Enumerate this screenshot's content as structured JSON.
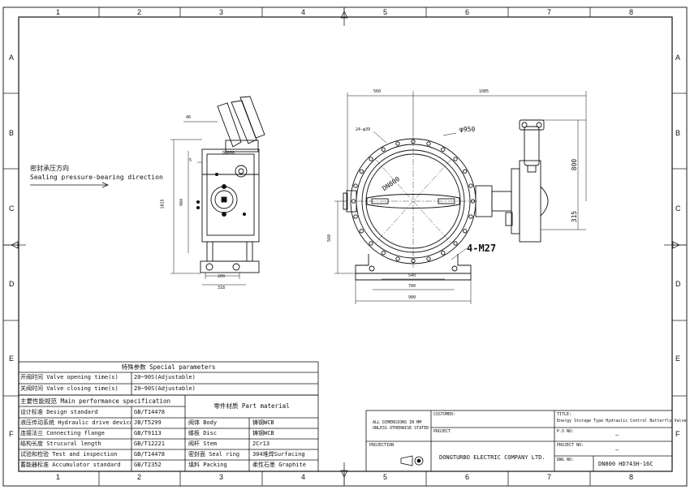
{
  "zones": {
    "columns": [
      "1",
      "2",
      "3",
      "4",
      "5",
      "6",
      "7",
      "8"
    ],
    "rows": [
      "A",
      "B",
      "C",
      "D",
      "E",
      "F"
    ]
  },
  "sealing": {
    "label_cn": "密封承压方向",
    "label_en": "Sealing pressure-bearing direction"
  },
  "side_view": {
    "dim_top": "46",
    "dim_5": "5",
    "dim_height": "1025",
    "dim_body": "904",
    "dim_200": "200",
    "dim_318": "318",
    "tag": "DN800"
  },
  "front_view": {
    "dim_560_top": "560",
    "dim_1085": "1085",
    "bolts": "24-φ39",
    "dia": "φ950",
    "dn": "DN800",
    "dim_800": "800",
    "dim_315": "315",
    "dim_560_left": "560",
    "m27": "4-M27",
    "dim_540": "540",
    "dim_700": "700",
    "dim_900": "900"
  },
  "params": {
    "title": "特殊参数 Special parameters",
    "rows": [
      {
        "label": "开阀时间  Valve opening time(s)",
        "value": "20~90S(Adjustable)"
      },
      {
        "label": "关阀时间  Valve closing time(s)",
        "value": "20~90S(Adjustable)"
      }
    ]
  },
  "perf": {
    "title": "主要性能规范 Main performance specification",
    "rows": [
      {
        "label": "设计标准 Design standard",
        "value": "GB/T14478"
      },
      {
        "label": "液压传动系统 Hydraulic drive device",
        "value": "JB/T5299"
      },
      {
        "label": "连接法兰 Connecting flange",
        "value": "GB/T9113"
      },
      {
        "label": "结构长度 Strucural length",
        "value": "GB/T12221"
      },
      {
        "label": "试验和检验  Test and inspection",
        "value": "GB/T14478"
      },
      {
        "label": "蓄能器标准 Accumulator standard",
        "value": "GB/T2352"
      }
    ]
  },
  "parts": {
    "title": "零件材质 Part material",
    "rows": [
      {
        "part": "阀体 Body",
        "material": "铸钢WCB"
      },
      {
        "part": "蝶板 Disc",
        "material": "铸钢WCB"
      },
      {
        "part": "阀杆 Stem",
        "material": "2Cr13"
      },
      {
        "part": "密封面 Seal ring",
        "material": "304堆焊Surfacing"
      },
      {
        "part": "填料 Packing",
        "material": "柔性石墨 Graphite"
      }
    ]
  },
  "titleblock": {
    "note1": "ALL DIMENSIONS IN MM",
    "note2": "UNLESS OTHERWISE STATED",
    "customer_label": "CUSTOMER:",
    "project_label": "PROJECT",
    "projection_label": "PROJECTION",
    "company": "DONGTURBO ELECTRIC COMPANY LTD.",
    "title_label": "TITLE:",
    "title": "Energy Storage Type Hydraulic Control Butterfly Valve",
    "po_label": "P.O NO:",
    "po_value": "—",
    "projectno_label": "PROJECT NO:",
    "projectno_value": "—",
    "dwgno_label": "DWG NO:",
    "dwgno_value": "DN800 HD743H-16C"
  }
}
